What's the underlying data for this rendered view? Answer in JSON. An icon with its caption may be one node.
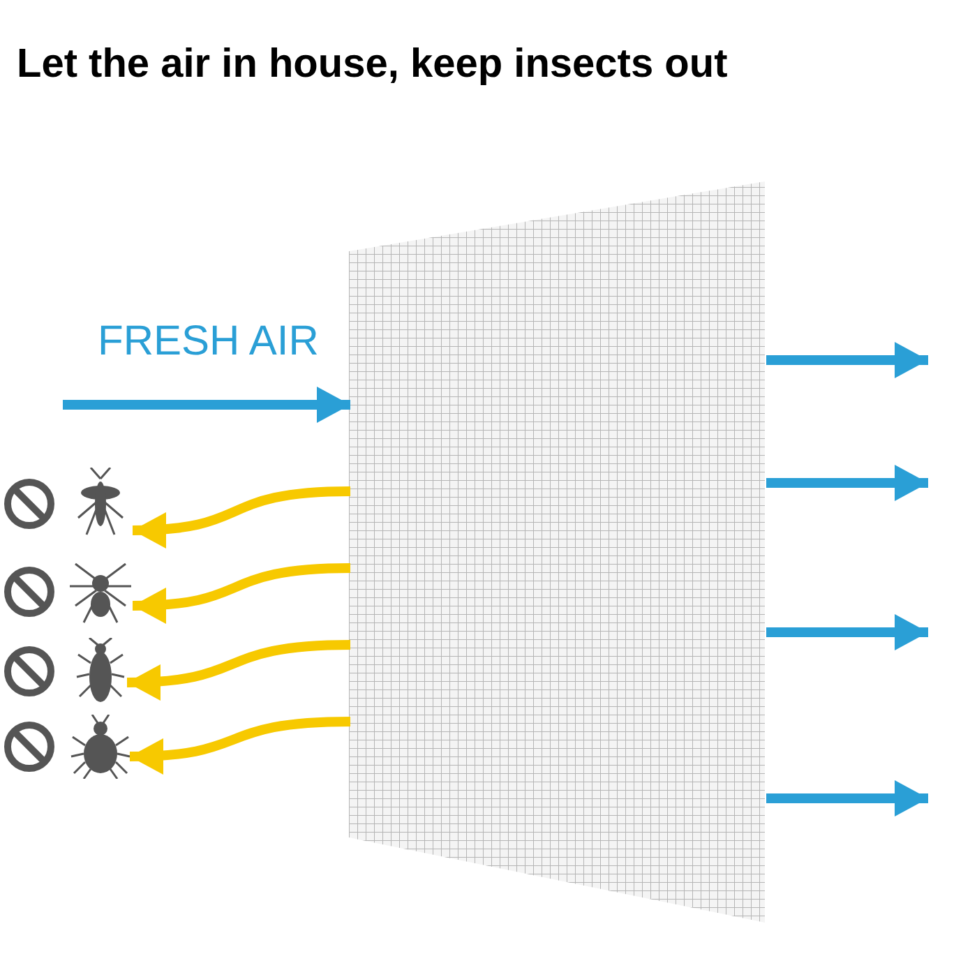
{
  "diagram": {
    "title": "Let the air in house, keep insects out",
    "nodes": [
      {
        "text": [],
        "shape": "box"
      },
      {
        "text": [],
        "shape": "picture"
      },
      {
        "text": [],
        "shape": "picture"
      },
      {
        "text": [],
        "shape": "picture"
      },
      {
        "text": [],
        "shape": "picture"
      }
    ],
    "edges": [
      {
        "from": null,
        "to": 0,
        "arrow": "to",
        "label": "FRESH AIR"
      },
      {
        "from": 0,
        "to": null,
        "arrow": "to"
      },
      {
        "from": 0,
        "to": null,
        "arrow": "to"
      },
      {
        "from": 0,
        "to": null,
        "arrow": "to"
      },
      {
        "from": 0,
        "to": null,
        "arrow": "to"
      },
      {
        "from": 0,
        "to": 1,
        "arrow": "to",
        "color": "#f7c900"
      },
      {
        "from": 0,
        "to": 2,
        "arrow": "to",
        "color": "#f7c900"
      },
      {
        "from": 0,
        "to": 3,
        "arrow": "to",
        "color": "#f7c900"
      },
      {
        "from": 0,
        "to": 4,
        "arrow": "to",
        "color": "#f7c900"
      }
    ]
  }
}
